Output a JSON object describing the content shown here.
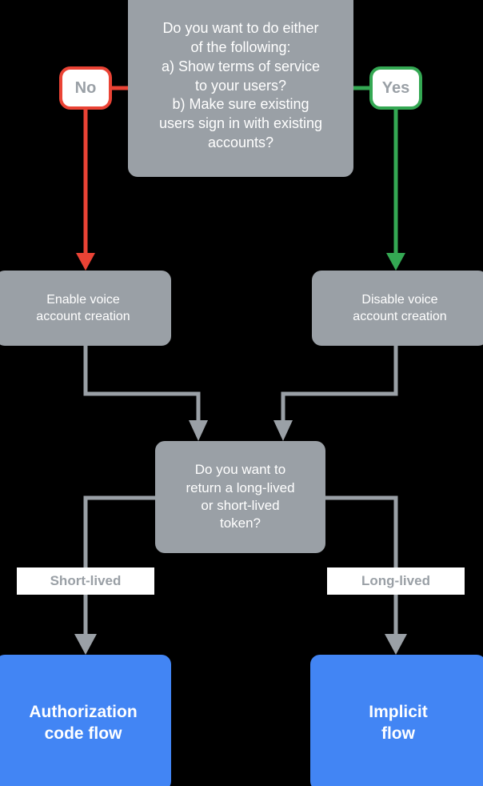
{
  "diagram": {
    "title": "Account linking flow decision chart",
    "background_color": "#000000",
    "colors": {
      "gray_node": "#9aa0a6",
      "blue_node": "#4285f4",
      "edge": "#9aa0a6",
      "no_accent": "#ea4335",
      "yes_accent": "#34a853",
      "node_text": "#ffffff",
      "label_text": "#9aa0a6",
      "label_background": "#ffffff"
    },
    "nodes": {
      "decision_top": {
        "text": "Do you want to do either\nof the following:\na) Show terms of service\nto your users?\nb) Make sure existing\nusers sign in with existing\naccounts?",
        "type": "decision"
      },
      "badge_no": {
        "text": "No",
        "type": "branch-badge"
      },
      "badge_yes": {
        "text": "Yes",
        "type": "branch-badge"
      },
      "enable_voice": {
        "text": "Enable voice\naccount creation",
        "type": "process"
      },
      "disable_voice": {
        "text": "Disable voice\naccount creation",
        "type": "process"
      },
      "decision_mid": {
        "text": "Do you want to\nreturn a long-lived\nor short-lived\ntoken?",
        "type": "decision"
      },
      "label_short_lived": {
        "text": "Short-lived",
        "type": "edge-label"
      },
      "label_long_lived": {
        "text": "Long-lived",
        "type": "edge-label"
      },
      "authorization_code_flow": {
        "text": "Authorization\ncode flow",
        "type": "terminal"
      },
      "implicit_flow": {
        "text": "Implicit\nflow",
        "type": "terminal"
      }
    }
  }
}
